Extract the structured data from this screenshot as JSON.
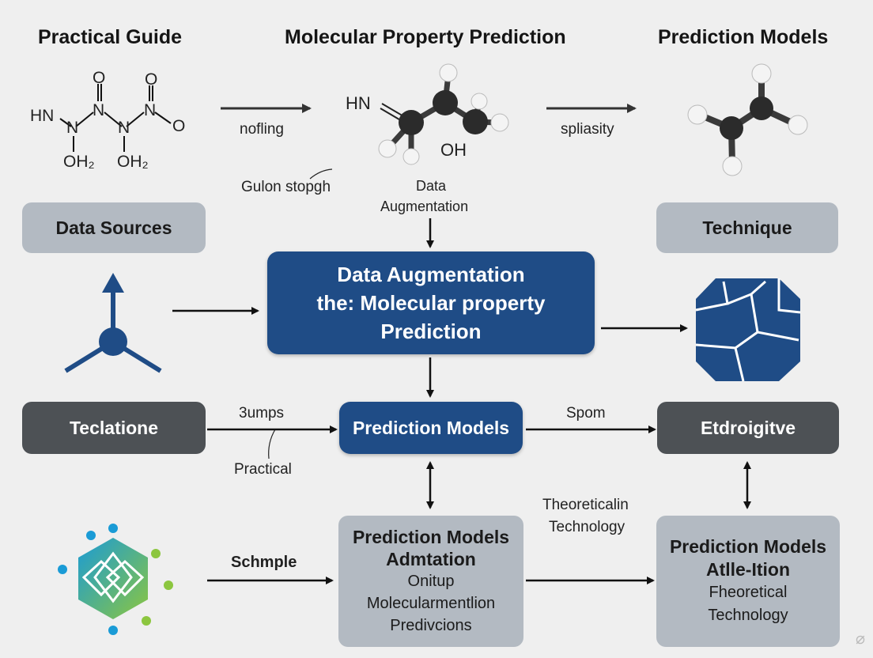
{
  "headings": {
    "left": "Practical Guide",
    "center": "Molecular Property Prediction",
    "right": "Prediction Models"
  },
  "molecules": {
    "left": {
      "hn": "HN",
      "n1": "N",
      "n2": "N",
      "n3": "N",
      "o_top1": "O",
      "o_top2": "O",
      "o_right": "O",
      "oh2_a": "OH₂",
      "oh2_b": "OH₂"
    },
    "center": {
      "hn": "HN",
      "oh": "OH"
    }
  },
  "labels": {
    "nofling": "nofling",
    "gulon": "Gulon stopgh",
    "data_aug_line1": "Data",
    "data_aug_line2": "Augmentation",
    "spliasity": "spliasity",
    "sumps": "3umps",
    "practical": "Practical",
    "spom": "Spom",
    "theoretical_line1": "Theoreticalin",
    "theoretical_line2": "Technology",
    "schmple": "Schmple"
  },
  "boxes": {
    "data_sources": "Data Sources",
    "technique": "Technique",
    "main_line1": "Data Augmentation",
    "main_line2": "the: Molecular property",
    "main_line3": "Prediction",
    "teclatione": "Teclatione",
    "prediction_models": "Prediction Models",
    "etdroigitve": "Etdroigitve",
    "bottom_center": {
      "line1": "Prediction Models",
      "line2": "Admtation",
      "line3": "Onitup",
      "line4": "Molecularmentlion",
      "line5": "Predivcions"
    },
    "bottom_right": {
      "line1": "Prediction Models",
      "line2": "Atlle-Ition",
      "line3": "Fheoretical",
      "line4": "Technology"
    }
  },
  "colors": {
    "background": "#efefef",
    "blue": "#1f4c86",
    "dark_gray": "#4d5155",
    "light_gray": "#b3bac2",
    "atom_dark": "#2b2b2b",
    "atom_light": "#f2f2f2"
  },
  "icons": [
    "tripod-icon",
    "octagon-shield-icon",
    "hexagon-network-icon"
  ],
  "watermark": "⌀"
}
